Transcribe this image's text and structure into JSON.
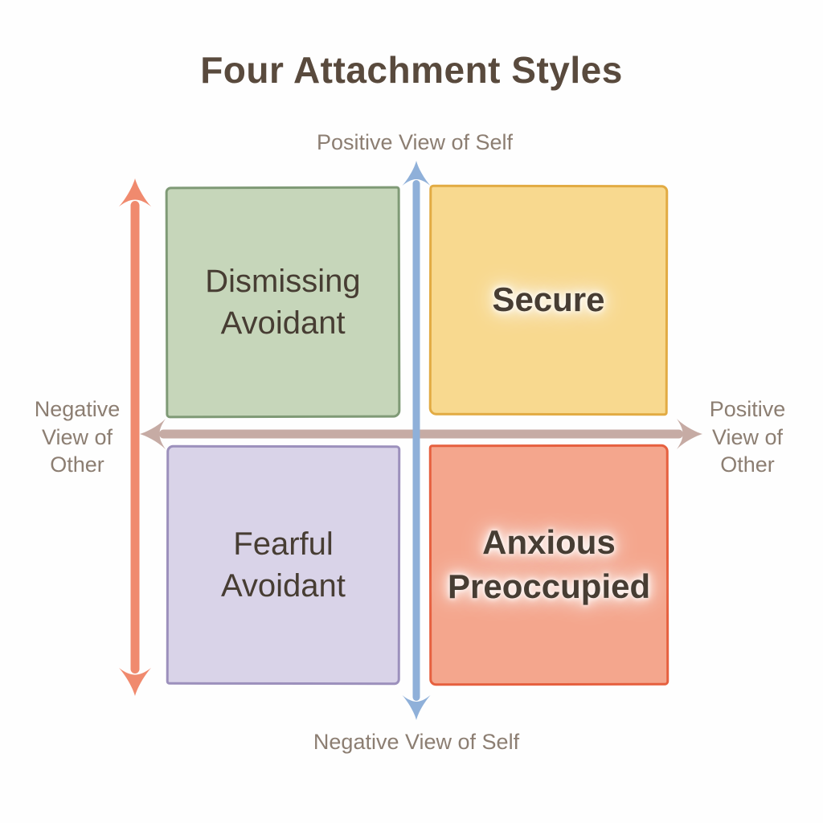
{
  "title": "Four Attachment Styles",
  "axes": {
    "self_positive": "Positive View of Self",
    "self_negative": "Negative View of Self",
    "other_negative": "Negative View of Other",
    "other_positive": "Positive View of Other",
    "self_axis_color": "#8fb0d9",
    "other_axis_color": "#c6aba4",
    "left_axis_color": "#f08a6e"
  },
  "quadrants": [
    {
      "id": "dismissing-avoidant",
      "label": "Dismissing Avoidant",
      "fill": "#c6d6ba",
      "border": "#7f9a76",
      "emphasis": false
    },
    {
      "id": "secure",
      "label": "Secure",
      "fill": "#f8d98f",
      "border": "#e2ab43",
      "emphasis": true
    },
    {
      "id": "fearful-avoidant",
      "label": "Fearful Avoidant",
      "fill": "#d9d3e8",
      "border": "#9c90bc",
      "emphasis": false
    },
    {
      "id": "anxious-preoccupied",
      "label": "Anxious Preoccupied",
      "fill": "#f4a68d",
      "border": "#e6603f",
      "emphasis": true
    }
  ],
  "colors": {
    "background": "#fefefe",
    "title_text": "#594a3d",
    "quadrant_text": "#473d33",
    "axis_text": "#8c7e72",
    "label_glow": "#ffffff"
  }
}
